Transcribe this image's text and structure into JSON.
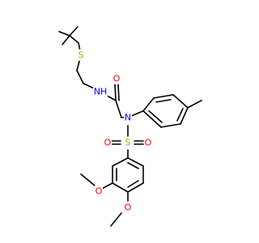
{
  "colors": {
    "bond": "#000000",
    "carbon": "#000000",
    "sulfur": "#b3a100",
    "oxygen": "#ff0000",
    "nitrogen": "#0000ff",
    "background": "#ffffff"
  },
  "atoms": {
    "thioether_s": {
      "text": "S",
      "element": "S"
    },
    "amide_nh": {
      "text": "NH",
      "element": "N"
    },
    "amide_o": {
      "text": "O",
      "element": "O"
    },
    "sulfonamide_n": {
      "text": "N",
      "element": "N"
    },
    "sulfonyl_s": {
      "text": "S",
      "element": "S"
    },
    "sulfonyl_o_left": {
      "text": "O",
      "element": "O"
    },
    "sulfonyl_o_right": {
      "text": "O",
      "element": "O"
    },
    "methoxy_o_3": {
      "text": "O",
      "element": "O"
    },
    "methoxy_o_4": {
      "text": "O",
      "element": "O"
    }
  }
}
